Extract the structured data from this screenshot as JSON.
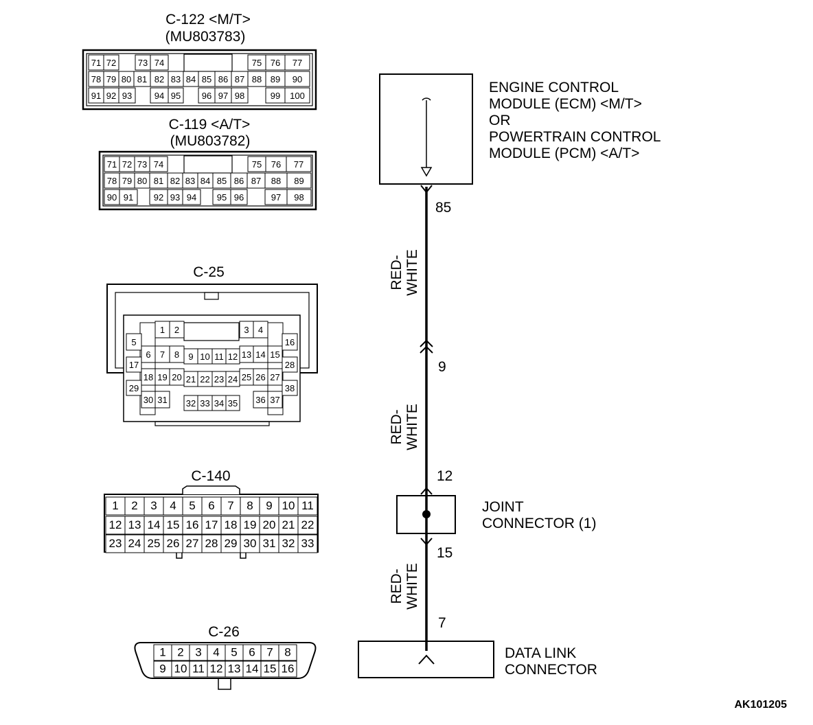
{
  "connectors": {
    "c122": {
      "name": "C-122 <M/T>",
      "part": "(MU803783)",
      "rows": [
        [
          "71",
          "72",
          "73",
          "74",
          "75",
          "76",
          "77"
        ],
        [
          "78",
          "79",
          "80",
          "81",
          "82",
          "83",
          "84",
          "85",
          "86",
          "87",
          "88",
          "89",
          "90"
        ],
        [
          "91",
          "92",
          "93",
          "94",
          "95",
          "96",
          "97",
          "98",
          "99",
          "100"
        ]
      ]
    },
    "c119": {
      "name": "C-119 <A/T>",
      "part": "(MU803782)",
      "rows": [
        [
          "71",
          "72",
          "73",
          "74",
          "75",
          "76",
          "77"
        ],
        [
          "78",
          "79",
          "80",
          "81",
          "82",
          "83",
          "84",
          "85",
          "86",
          "87",
          "88",
          "89"
        ],
        [
          "90",
          "91",
          "92",
          "93",
          "94",
          "95",
          "96",
          "97",
          "98"
        ]
      ]
    },
    "c25": {
      "name": "C-25",
      "pins": [
        "1",
        "2",
        "3",
        "4",
        "5",
        "6",
        "7",
        "8",
        "9",
        "10",
        "11",
        "12",
        "13",
        "14",
        "15",
        "16",
        "17",
        "18",
        "19",
        "20",
        "21",
        "22",
        "23",
        "24",
        "25",
        "26",
        "27",
        "28",
        "29",
        "30",
        "31",
        "32",
        "33",
        "34",
        "35",
        "36",
        "37",
        "38"
      ]
    },
    "c140": {
      "name": "C-140",
      "rows": [
        [
          "1",
          "2",
          "3",
          "4",
          "5",
          "6",
          "7",
          "8",
          "9",
          "10",
          "11"
        ],
        [
          "12",
          "13",
          "14",
          "15",
          "16",
          "17",
          "18",
          "19",
          "20",
          "21",
          "22"
        ],
        [
          "23",
          "24",
          "25",
          "26",
          "27",
          "28",
          "29",
          "30",
          "31",
          "32",
          "33"
        ]
      ]
    },
    "c26": {
      "name": "C-26",
      "rows": [
        [
          "1",
          "2",
          "3",
          "4",
          "5",
          "6",
          "7",
          "8"
        ],
        [
          "9",
          "10",
          "11",
          "12",
          "13",
          "14",
          "15",
          "16"
        ]
      ]
    }
  },
  "circuit": {
    "ecm_label": [
      "ENGINE CONTROL",
      "MODULE (ECM) <M/T>",
      "OR",
      "POWERTRAIN CONTROL",
      "MODULE (PCM) <A/T>"
    ],
    "pins": {
      "ecm_pin": "85",
      "mid_pin": "9",
      "joint_in": "12",
      "joint_out": "15",
      "dlc_pin": "7"
    },
    "wire_color": [
      "RED-",
      "WHITE"
    ],
    "joint_label": [
      "JOINT",
      "CONNECTOR (1)"
    ],
    "dlc_label": [
      "DATA LINK",
      "CONNECTOR"
    ]
  },
  "figure_id": "AK101205"
}
